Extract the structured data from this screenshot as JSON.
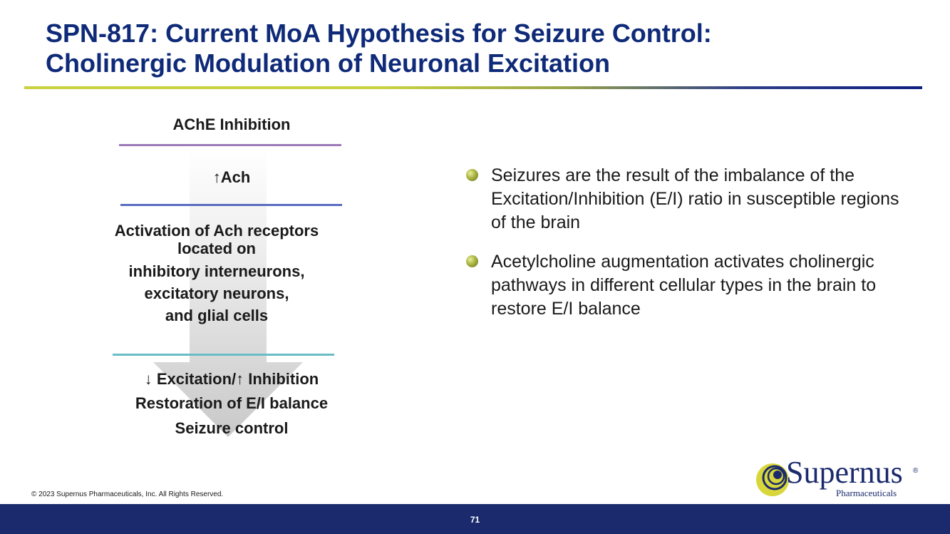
{
  "title": {
    "line1": "SPN-817: Current MoA Hypothesis for Seizure Control:",
    "line2": "Cholinergic Modulation of Neuronal Excitation"
  },
  "flow": {
    "step1": "AChE Inhibition",
    "step2": "↑Ach",
    "step3": {
      "line1": "Activation of Ach receptors",
      "line2": "located on",
      "line3": "inhibitory interneurons,",
      "line4": "excitatory neurons,",
      "line5": "and glial cells"
    },
    "step4": {
      "line1": "↓ Excitation/↑ Inhibition",
      "line2": "Restoration of E/I balance",
      "line3": "Seizure control"
    }
  },
  "bullets": [
    "Seizures are the result of the imbalance of the Excitation/Inhibition (E/I) ratio in susceptible regions of the brain",
    "Acetylcholine augmentation activates cholinergic pathways in different cellular types in the brain to restore E/I balance"
  ],
  "footer": {
    "copyright": "© 2023 Supernus Pharmaceuticals, Inc. All Rights Reserved.",
    "page_number": "71"
  },
  "logo": {
    "name": "Supernus",
    "registered": "®",
    "subtitle": "Pharmaceuticals"
  },
  "colors": {
    "title": "#0e2a78",
    "footer_bar": "#1a2a6c",
    "rule_purple": "#9b7bb8",
    "rule_blue": "#5b6cc0",
    "rule_teal": "#6bbcc6"
  }
}
